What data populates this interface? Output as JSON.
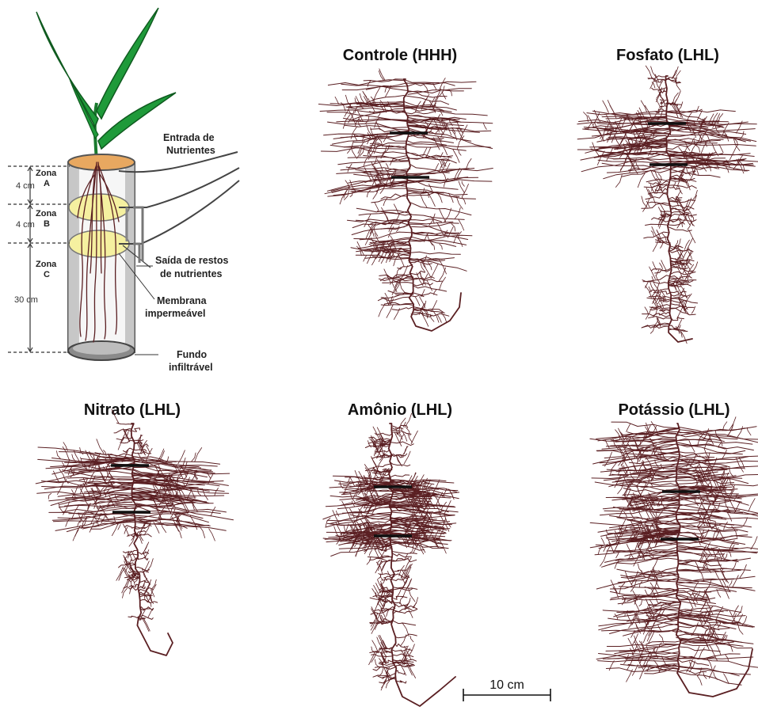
{
  "colors": {
    "root": "#5a1f22",
    "leaf": "#1f9a3a",
    "patch": "#f5f0a0",
    "cylinder": "#c9c9c9",
    "soil_top": "#e8a860"
  },
  "apparatus": {
    "entrada_label_1": "Entrada de",
    "entrada_label_2": "Nutrientes",
    "saida_label_1": "Saída de restos",
    "saida_label_2": "de nutrientes",
    "membrana_label_1": "Membrana",
    "membrana_label_2": "impermeável",
    "fundo_label_1": "Fundo",
    "fundo_label_2": "infiltrável",
    "zona_a_1": "Zona",
    "zona_a_2": "A",
    "zona_b_1": "Zona",
    "zona_b_2": "B",
    "zona_c_1": "Zona",
    "zona_c_2": "C",
    "dim_a": "4 cm",
    "dim_b": "4 cm",
    "dim_c": "30 cm"
  },
  "panels": {
    "controle": "Controle (HHH)",
    "fosfato": "Fosfato (LHL)",
    "nitrato": "Nitrato (LHL)",
    "amonio": "Amônio (LHL)",
    "potassio": "Potássio (LHL)"
  },
  "scale_bar": {
    "label": "10 cm"
  }
}
